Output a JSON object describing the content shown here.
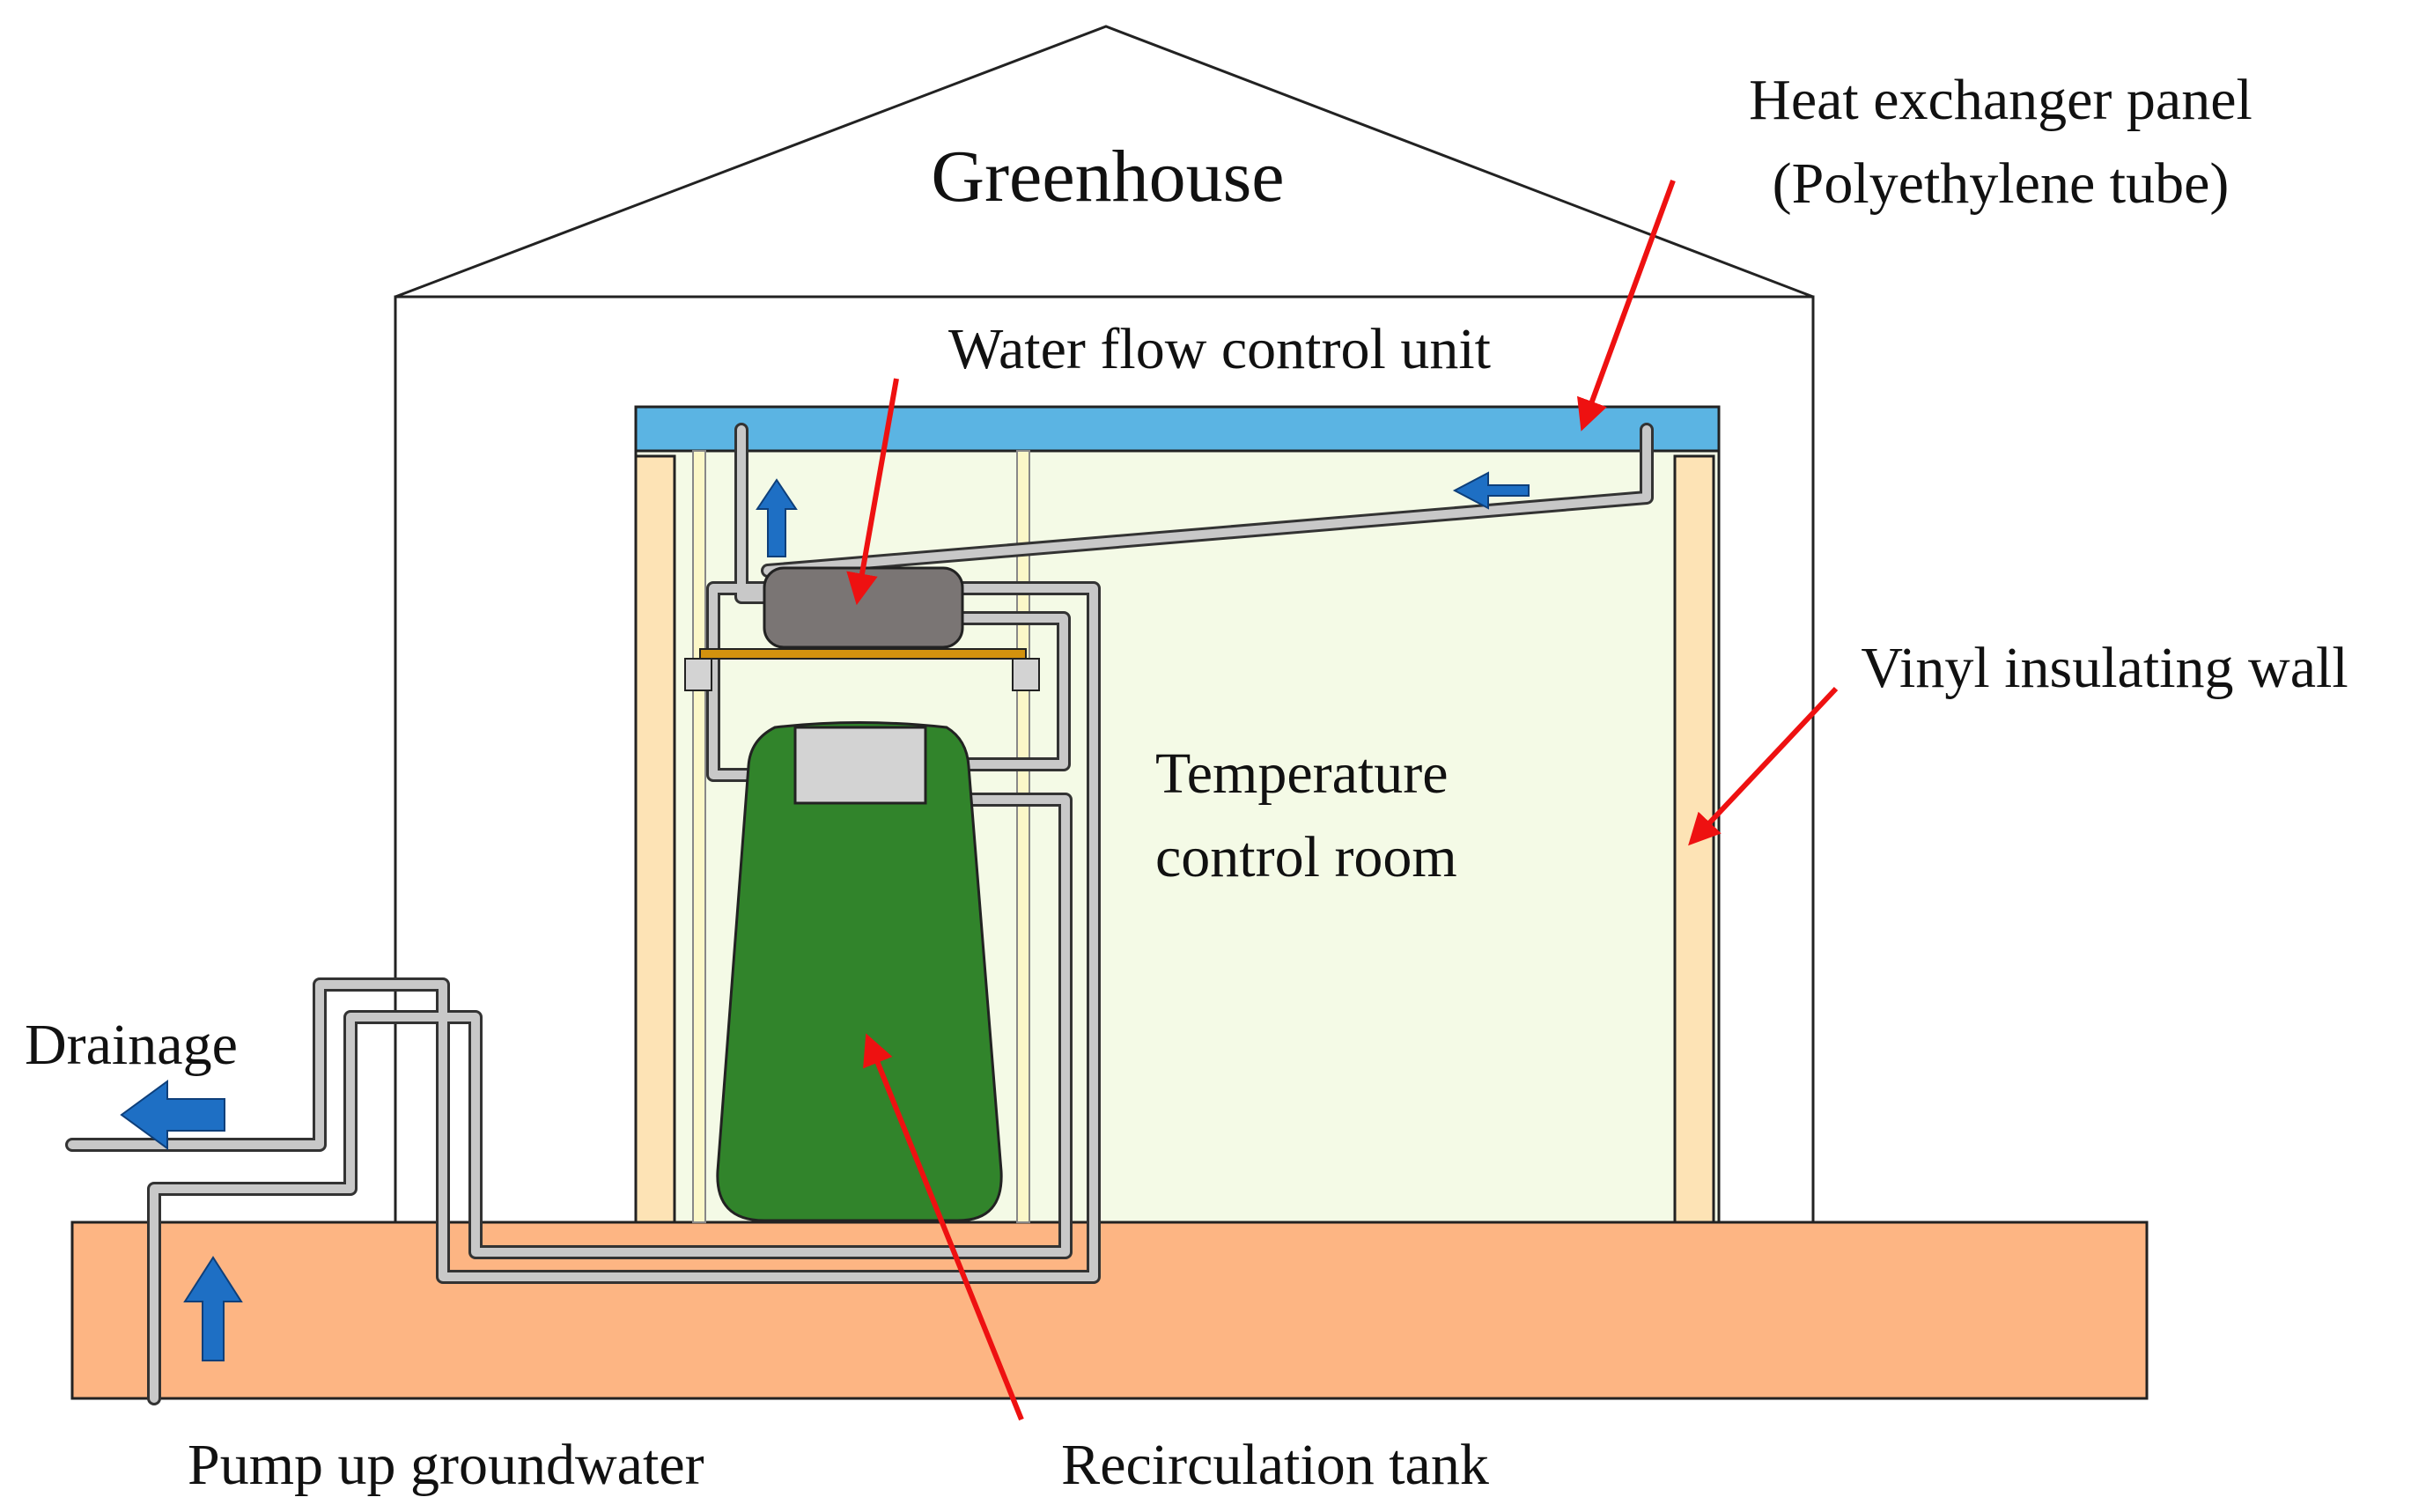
{
  "labels": {
    "greenhouse": "Greenhouse",
    "heat_exchanger_line1": "Heat exchanger panel",
    "heat_exchanger_line2": "(Polyethylene tube)",
    "water_flow_control_unit": "Water flow control unit",
    "vinyl_insulating_wall": "Vinyl insulating wall",
    "temperature_control_room_line1": "Temperature",
    "temperature_control_room_line2": "control room",
    "drainage": "Drainage",
    "pump_up_groundwater": "Pump up groundwater",
    "recirculation_tank": "Recirculation tank"
  },
  "colors": {
    "ground": "#FDB583",
    "heat_exchanger_panel": "#5BB4E3",
    "room_fill": "#F4FAE6",
    "insulating_wall": "#FDE3B5",
    "tank": "#31842B",
    "tank_cap": "#D3D3D3",
    "control_unit": "#7A7574",
    "shelf": "#D3920E",
    "flow_arrow": "#1E6FC4",
    "pointer_arrow": "#EE1111",
    "pipe": "#C8C8C8"
  }
}
